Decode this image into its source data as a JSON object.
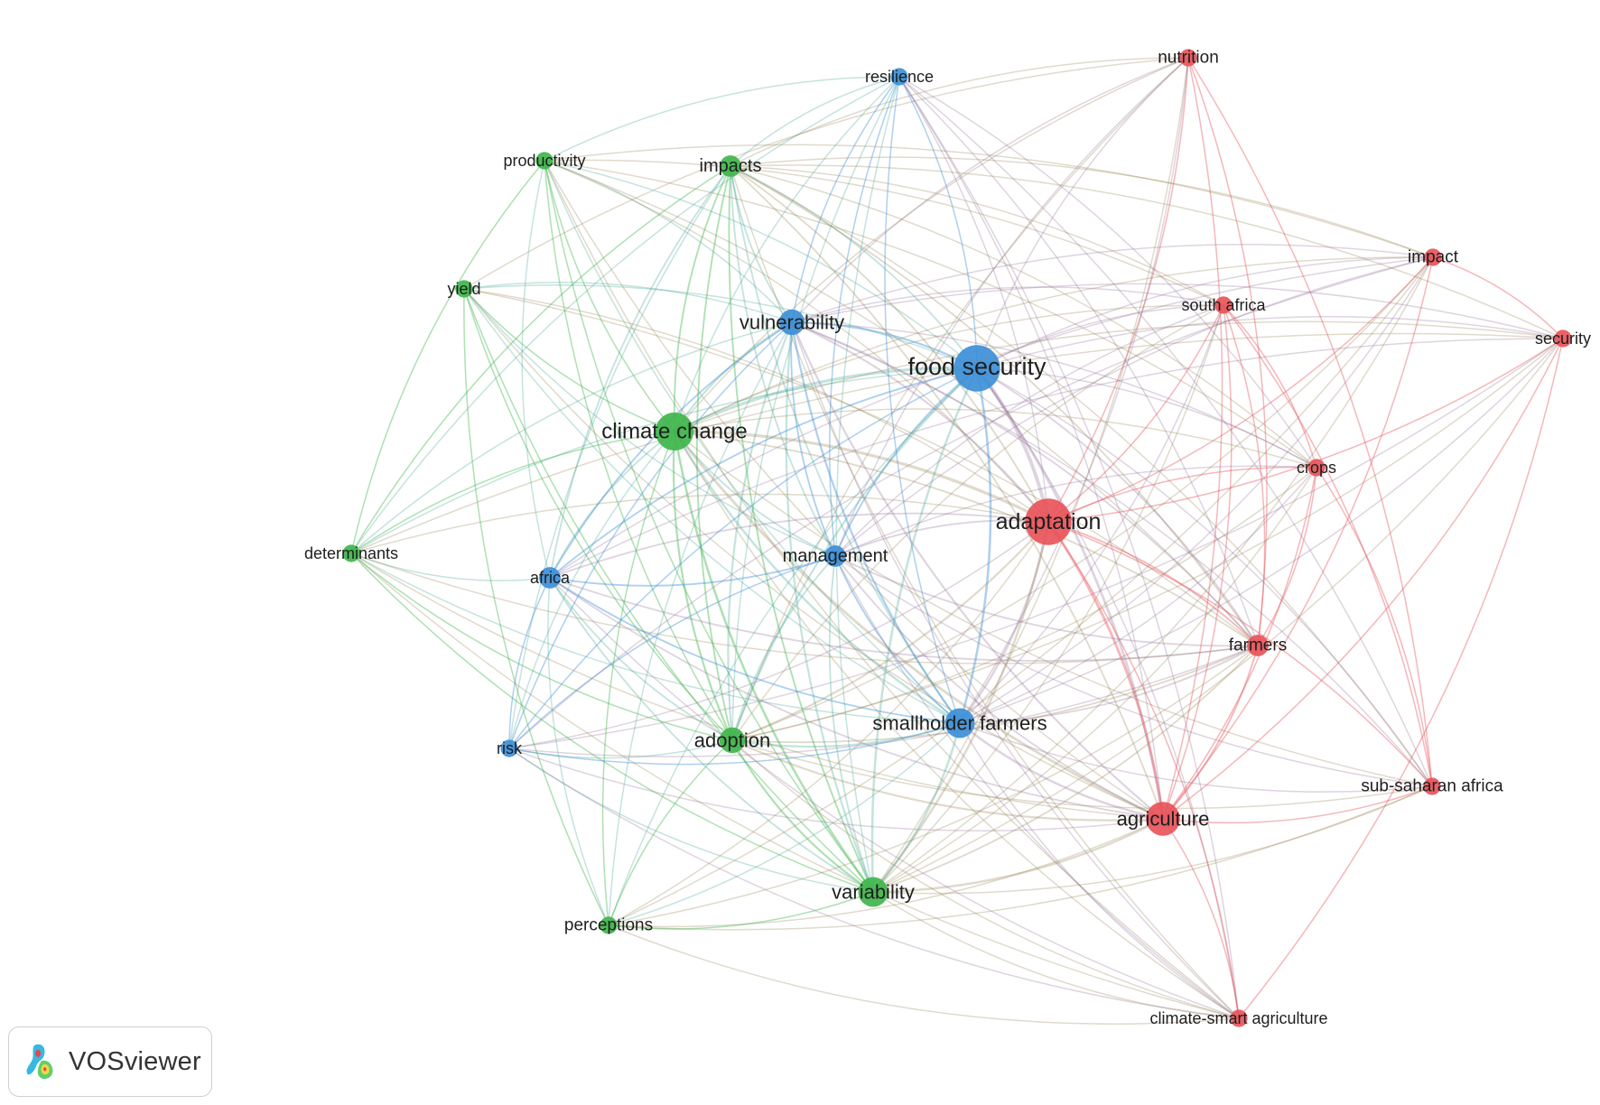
{
  "diagram": {
    "type": "co-occurrence network",
    "clusters": [
      {
        "id": "red",
        "color": "#e8545a"
      },
      {
        "id": "green",
        "color": "#3fb54b"
      },
      {
        "id": "blue",
        "color": "#3d8fd8"
      }
    ],
    "nodes": [
      {
        "id": "nutrition",
        "label": "nutrition",
        "cluster": "red",
        "weight": 2
      },
      {
        "id": "resilience",
        "label": "resilience",
        "cluster": "blue",
        "weight": 2
      },
      {
        "id": "productivity",
        "label": "productivity",
        "cluster": "green",
        "weight": 2
      },
      {
        "id": "impacts",
        "label": "impacts",
        "cluster": "green",
        "weight": 3
      },
      {
        "id": "impact",
        "label": "impact",
        "cluster": "red",
        "weight": 2
      },
      {
        "id": "yield",
        "label": "yield",
        "cluster": "green",
        "weight": 2
      },
      {
        "id": "south-africa",
        "label": "south africa",
        "cluster": "red",
        "weight": 2
      },
      {
        "id": "vulnerability",
        "label": "vulnerability",
        "cluster": "blue",
        "weight": 4
      },
      {
        "id": "security",
        "label": "security",
        "cluster": "red",
        "weight": 2
      },
      {
        "id": "food-security",
        "label": "food security",
        "cluster": "blue",
        "weight": 9
      },
      {
        "id": "climate-change",
        "label": "climate change",
        "cluster": "green",
        "weight": 7
      },
      {
        "id": "crops",
        "label": "crops",
        "cluster": "red",
        "weight": 2
      },
      {
        "id": "adaptation",
        "label": "adaptation",
        "cluster": "red",
        "weight": 9
      },
      {
        "id": "determinants",
        "label": "determinants",
        "cluster": "green",
        "weight": 2
      },
      {
        "id": "management",
        "label": "management",
        "cluster": "blue",
        "weight": 3
      },
      {
        "id": "africa",
        "label": "africa",
        "cluster": "blue",
        "weight": 3
      },
      {
        "id": "farmers",
        "label": "farmers",
        "cluster": "red",
        "weight": 3
      },
      {
        "id": "smallholder-farmers",
        "label": "smallholder farmers",
        "cluster": "blue",
        "weight": 5
      },
      {
        "id": "adoption",
        "label": "adoption",
        "cluster": "green",
        "weight": 4
      },
      {
        "id": "risk",
        "label": "risk",
        "cluster": "blue",
        "weight": 2
      },
      {
        "id": "sub-saharan-africa",
        "label": "sub-saharan africa",
        "cluster": "red",
        "weight": 2
      },
      {
        "id": "agriculture",
        "label": "agriculture",
        "cluster": "red",
        "weight": 6
      },
      {
        "id": "variability",
        "label": "variability",
        "cluster": "green",
        "weight": 5
      },
      {
        "id": "perceptions",
        "label": "perceptions",
        "cluster": "green",
        "weight": 2
      },
      {
        "id": "climate-smart-agriculture",
        "label": "climate-smart agriculture",
        "cluster": "red",
        "weight": 2
      }
    ]
  },
  "watermark": {
    "text": "VOSviewer",
    "logo_icon": "vosviewer-logo-icon"
  }
}
